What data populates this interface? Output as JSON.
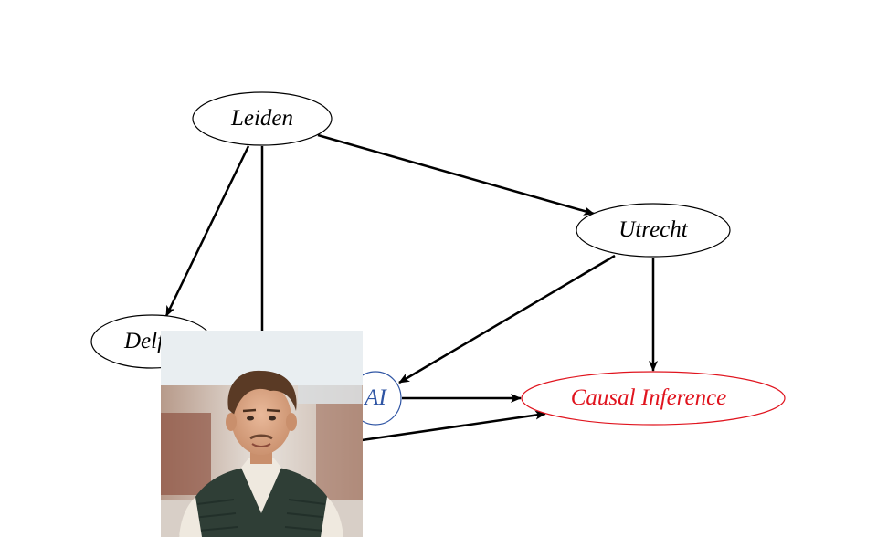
{
  "nodes": {
    "leiden": "Leiden",
    "utrecht": "Utrecht",
    "delft": "Delft",
    "ai": "AI",
    "causal_inference": "Causal Inference"
  },
  "colors": {
    "default_stroke": "#000000",
    "ai": "#2f55a4",
    "causal_inference": "#e0141e"
  },
  "photo": {
    "description": "portrait-photo",
    "icon": "person-photo"
  }
}
